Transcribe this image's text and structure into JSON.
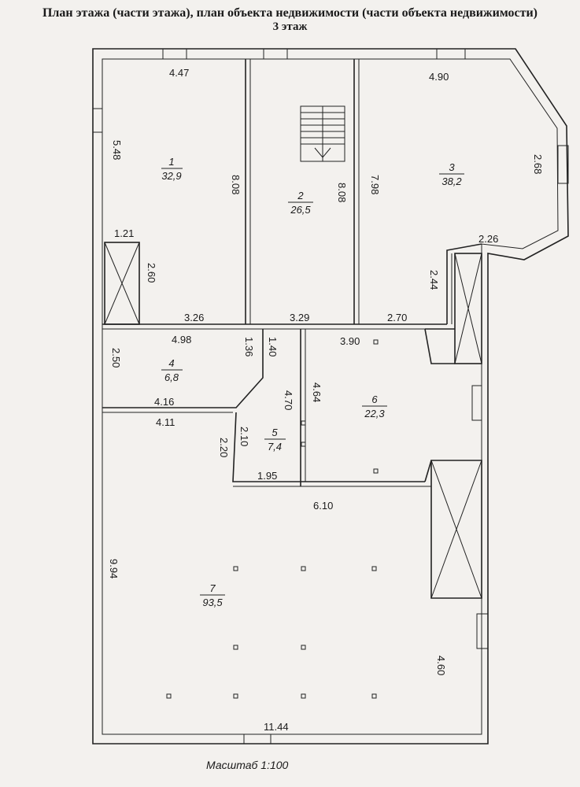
{
  "header": {
    "title": "План этажа (части этажа), план объекта недвижимости (части объекта недвижимости)",
    "floor": "3 этаж"
  },
  "rooms": [
    {
      "number": "1",
      "area": "32,9"
    },
    {
      "number": "2",
      "area": "26,5"
    },
    {
      "number": "3",
      "area": "38,2"
    },
    {
      "number": "4",
      "area": "6,8"
    },
    {
      "number": "5",
      "area": "7,4"
    },
    {
      "number": "6",
      "area": "22,3"
    },
    {
      "number": "7",
      "area": "93,5"
    }
  ],
  "dimensions": {
    "d447": "4.47",
    "d490": "4.90",
    "d548": "5.48",
    "d808a": "8.08",
    "d808b": "8.08",
    "d798": "7.98",
    "d268": "2.68",
    "d226": "2.26",
    "d121": "1.21",
    "d260": "2.60",
    "d244": "2.44",
    "d326": "3.26",
    "d329": "3.29",
    "d270": "2.70",
    "d498": "4.98",
    "d136": "1.36",
    "d140": "1.40",
    "d390": "3.90",
    "d250": "2.50",
    "d470": "4.70",
    "d464": "4.64",
    "d416": "4.16",
    "d411": "4.11",
    "d220": "2.20",
    "d210": "2.10",
    "d195": "1.95",
    "d610": "6.10",
    "d994": "9.94",
    "d460": "4.60",
    "d1144": "11.44"
  },
  "footer": {
    "scale": "Масштаб 1:100"
  }
}
